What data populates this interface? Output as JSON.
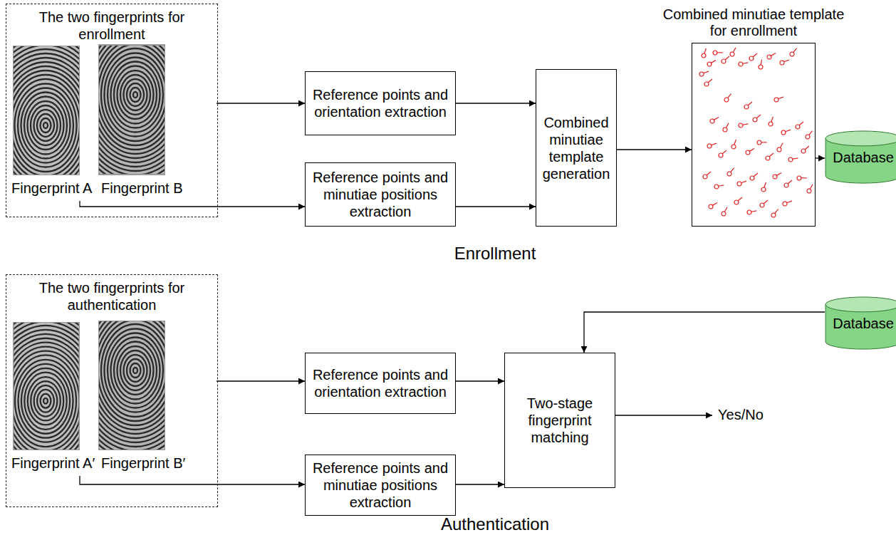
{
  "diagram": {
    "nodes": [
      {
        "text": [
          "The two fingerprints for enrollment"
        ]
      },
      {
        "text": [
          "Fingerprint A"
        ],
        "in": 0
      },
      {
        "text": [
          "Fingerprint B"
        ],
        "in": 0
      },
      {
        "text": [
          "Reference points and orientation extraction"
        ]
      },
      {
        "text": [
          "Reference points and minutiae positions extraction"
        ]
      },
      {
        "text": [
          "Combined minutiae template generation"
        ]
      },
      {
        "text": [
          "Combined minutiae template for enrollment"
        ]
      },
      {
        "text": [
          "Database"
        ]
      },
      {
        "text": [
          "The two fingerprints for authentication"
        ]
      },
      {
        "text": [
          "Fingerprint A′"
        ],
        "in": 8
      },
      {
        "text": [
          "Fingerprint B′"
        ],
        "in": 8
      },
      {
        "text": [
          "Reference points and orientation extraction"
        ]
      },
      {
        "text": [
          "Reference points and minutiae positions extraction"
        ]
      },
      {
        "text": [
          "Two-stage fingerprint matching"
        ]
      },
      {
        "text": [
          "Database"
        ]
      }
    ],
    "edges": [
      {
        "from": 2,
        "to": 3,
        "arrow": "to"
      },
      {
        "from": 1,
        "to": 4,
        "arrow": "to"
      },
      {
        "from": 3,
        "to": 5,
        "arrow": "to"
      },
      {
        "from": 4,
        "to": 5,
        "arrow": "to"
      },
      {
        "from": 5,
        "to": 6,
        "arrow": "to"
      },
      {
        "from": 6,
        "to": 7,
        "arrow": "to"
      },
      {
        "from": 10,
        "to": 11,
        "arrow": "to"
      },
      {
        "from": 9,
        "to": 12,
        "arrow": "to"
      },
      {
        "from": 11,
        "to": 13,
        "arrow": "to"
      },
      {
        "from": 12,
        "to": 13,
        "arrow": "to"
      },
      {
        "from": 14,
        "to": 13,
        "arrow": "to"
      }
    ],
    "labels": [
      "Enrollment",
      "Authentication",
      "Yes/No"
    ]
  }
}
